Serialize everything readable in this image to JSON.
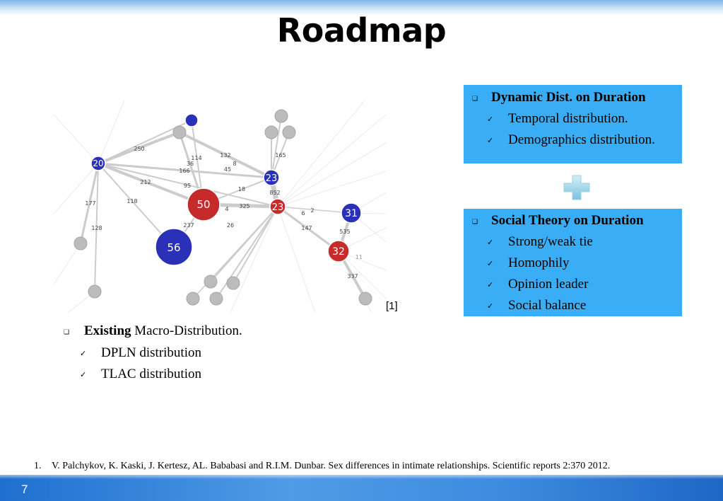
{
  "slide": {
    "title": "Roadmap",
    "page_number": "7",
    "colors": {
      "box": "#39aef7",
      "band": "#3d8be0",
      "node_red": "#c62b2b",
      "node_blue": "#2a31b8",
      "node_gray": "#b9b9b9"
    }
  },
  "graph": {
    "ref_mark": "[1]",
    "nodes": [
      "20",
      "50",
      "56",
      "23",
      "23",
      "31",
      "32"
    ],
    "edge_labels": [
      "250",
      "114",
      "36",
      "166",
      "132",
      "8",
      "45",
      "165",
      "212",
      "95",
      "18",
      "852",
      "177",
      "118",
      "4",
      "325",
      "6",
      "2",
      "128",
      "237",
      "26",
      "147",
      "535",
      "11",
      "337"
    ]
  },
  "box_dynamic": {
    "heading": "Dynamic Dist. on Duration",
    "items": [
      "Temporal distribution.",
      "Demographics distribution."
    ]
  },
  "plus_icon": "plus-icon",
  "box_social": {
    "heading": "Social Theory on Duration",
    "items": [
      "Strong/weak tie",
      "Homophily",
      "Opinion leader",
      "Social balance"
    ]
  },
  "existing": {
    "bold": "Existing",
    "rest": " Macro-Distribution.",
    "items": [
      "DPLN distribution",
      "TLAC distribution"
    ]
  },
  "footnote": {
    "number": "1.",
    "text": "V. Palchykov, K. Kaski, J. Kertesz, AL. Bababasi and R.I.M. Dunbar. Sex differences in intimate relationships. Scientific reports 2:370 2012."
  }
}
